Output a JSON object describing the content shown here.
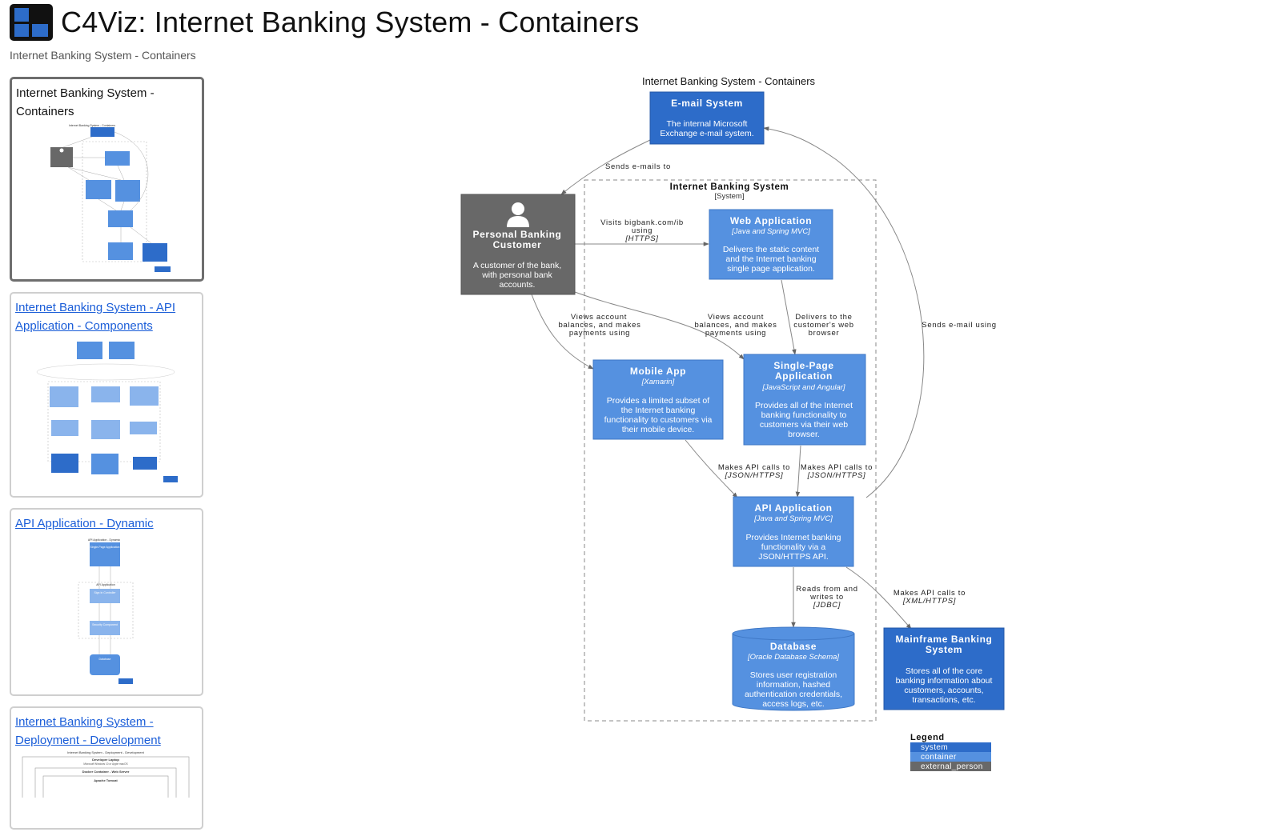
{
  "app": {
    "title": "C4Viz: Internet Banking System - Containers",
    "subtitle": "Internet Banking System - Containers"
  },
  "sidebar": {
    "cards": [
      {
        "label": "Internet Banking System - Containers",
        "active": true
      },
      {
        "label": "Internet Banking System - API Application - Components",
        "active": false
      },
      {
        "label": "API Application - Dynamic",
        "active": false
      },
      {
        "label": "Internet Banking System - Deployment - Development",
        "active": false
      }
    ],
    "thumb3": {
      "title": "API Application - Dynamic",
      "node1": "Single-Page Application",
      "group": "API Application",
      "node2": "Sign In Controller",
      "node3": "Security Component",
      "node4": "Database"
    },
    "thumb4": {
      "title": "Internet Banking System - Deployment - Development",
      "group1": "Developer Laptop",
      "group1_sub": "Microsoft Windows 10 or Apple macOS",
      "group2": "Docker Container - Web Server",
      "group3": "Apache Tomcat"
    }
  },
  "diagram": {
    "title": "Internet Banking System - Containers",
    "boundary": {
      "label": "Internet Banking System",
      "type": "[System]"
    },
    "nodes": {
      "email": {
        "name": "E-mail System",
        "desc1": "The internal Microsoft",
        "desc2": "Exchange e-mail system."
      },
      "customer": {
        "name1": "Personal Banking",
        "name2": "Customer",
        "desc1": "A customer of the bank,",
        "desc2": "with personal bank",
        "desc3": "accounts."
      },
      "webapp": {
        "name": "Web Application",
        "tech": "[Java and Spring MVC]",
        "desc1": "Delivers the static content",
        "desc2": "and the Internet banking",
        "desc3": "single page application."
      },
      "mobile": {
        "name": "Mobile App",
        "tech": "[Xamarin]",
        "desc1": "Provides a limited subset of",
        "desc2": "the Internet banking",
        "desc3": "functionality to customers via",
        "desc4": "their mobile device."
      },
      "spa": {
        "name1": "Single-Page",
        "name2": "Application",
        "tech": "[JavaScript and Angular]",
        "desc1": "Provides all of the Internet",
        "desc2": "banking functionality to",
        "desc3": "customers via their web",
        "desc4": "browser."
      },
      "api": {
        "name": "API Application",
        "tech": "[Java and Spring MVC]",
        "desc1": "Provides Internet banking",
        "desc2": "functionality via a",
        "desc3": "JSON/HTTPS API."
      },
      "database": {
        "name": "Database",
        "tech": "[Oracle Database Schema]",
        "desc1": "Stores user registration",
        "desc2": "information, hashed",
        "desc3": "authentication credentials,",
        "desc4": "access logs, etc."
      },
      "mainframe": {
        "name1": "Mainframe Banking",
        "name2": "System",
        "desc1": "Stores all of the core",
        "desc2": "banking information about",
        "desc3": "customers, accounts,",
        "desc4": "transactions, etc."
      }
    },
    "edges": {
      "sends_emails": "Sends e-mails to",
      "visits1": "Visits bigbank.com/ib",
      "visits2": "using",
      "visits_tech": "[HTTPS]",
      "views_mobile1": "Views account",
      "views_mobile2": "balances, and makes",
      "views_mobile3": "payments using",
      "views_spa1": "Views account",
      "views_spa2": "balances, and makes",
      "views_spa3": "payments using",
      "delivers1": "Delivers to the",
      "delivers2": "customer's web",
      "delivers3": "browser",
      "sends_email_using": "Sends e-mail using",
      "api_calls_mobile": "Makes API calls to",
      "api_calls_mobile_tech": "[JSON/HTTPS]",
      "api_calls_spa": "Makes API calls to",
      "api_calls_spa_tech": "[JSON/HTTPS]",
      "reads1": "Reads from and",
      "reads2": "writes to",
      "reads_tech": "[JDBC]",
      "mainframe_calls": "Makes API calls to",
      "mainframe_calls_tech": "[XML/HTTPS]"
    },
    "legend": {
      "title": "Legend",
      "items": [
        "system",
        "container",
        "external_person"
      ]
    }
  },
  "colors": {
    "system": "#2d6cc9",
    "container": "#5591e0",
    "external_person": "#686868",
    "link": "#1a5dd8"
  }
}
